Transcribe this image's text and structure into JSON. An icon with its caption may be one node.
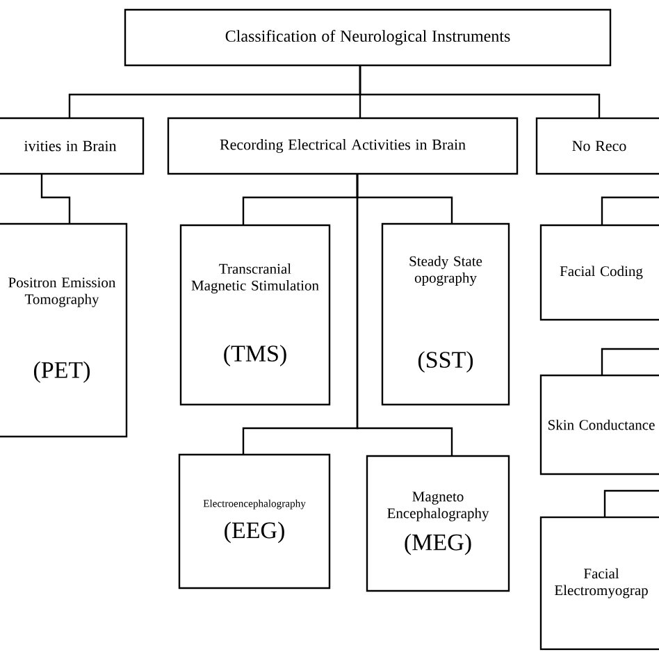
{
  "diagram": {
    "nodes": [
      {
        "text": [
          "Classification of Neurological Instruments"
        ]
      },
      {
        "text": [
          "ivities in Brain"
        ]
      },
      {
        "text": [
          "Recording Electrical Activities in Brain"
        ]
      },
      {
        "text": [
          "No Reco"
        ]
      },
      {
        "text": [
          "Positron Emission Tomography",
          "(PET)"
        ]
      },
      {
        "text": [
          "Transcranial Magnetic Stimulation",
          "(TMS)"
        ]
      },
      {
        "text": [
          "Steady State opography",
          "(SST)"
        ]
      },
      {
        "text": [
          "Facial Coding"
        ]
      },
      {
        "text": [
          "Electroencephalography",
          "(EEG)"
        ]
      },
      {
        "text": [
          "Magneto Encephalography",
          "(MEG)"
        ]
      },
      {
        "text": [
          "Skin Conductance"
        ]
      },
      {
        "text": [
          "Facial Electromyograp"
        ]
      }
    ],
    "edges": [
      {
        "from": 0,
        "to": 1,
        "arrow": "none"
      },
      {
        "from": 0,
        "to": 2,
        "arrow": "none"
      },
      {
        "from": 0,
        "to": 3,
        "arrow": "none"
      },
      {
        "from": 1,
        "to": 4,
        "arrow": "none"
      },
      {
        "from": 2,
        "to": 5,
        "arrow": "none"
      },
      {
        "from": 2,
        "to": 6,
        "arrow": "none"
      },
      {
        "from": 2,
        "to": 8,
        "arrow": "none"
      },
      {
        "from": 2,
        "to": 9,
        "arrow": "none"
      },
      {
        "from": 3,
        "to": 7,
        "arrow": "none"
      },
      {
        "from": 3,
        "to": 10,
        "arrow": "none"
      },
      {
        "from": 3,
        "to": 11,
        "arrow": "none"
      }
    ]
  }
}
